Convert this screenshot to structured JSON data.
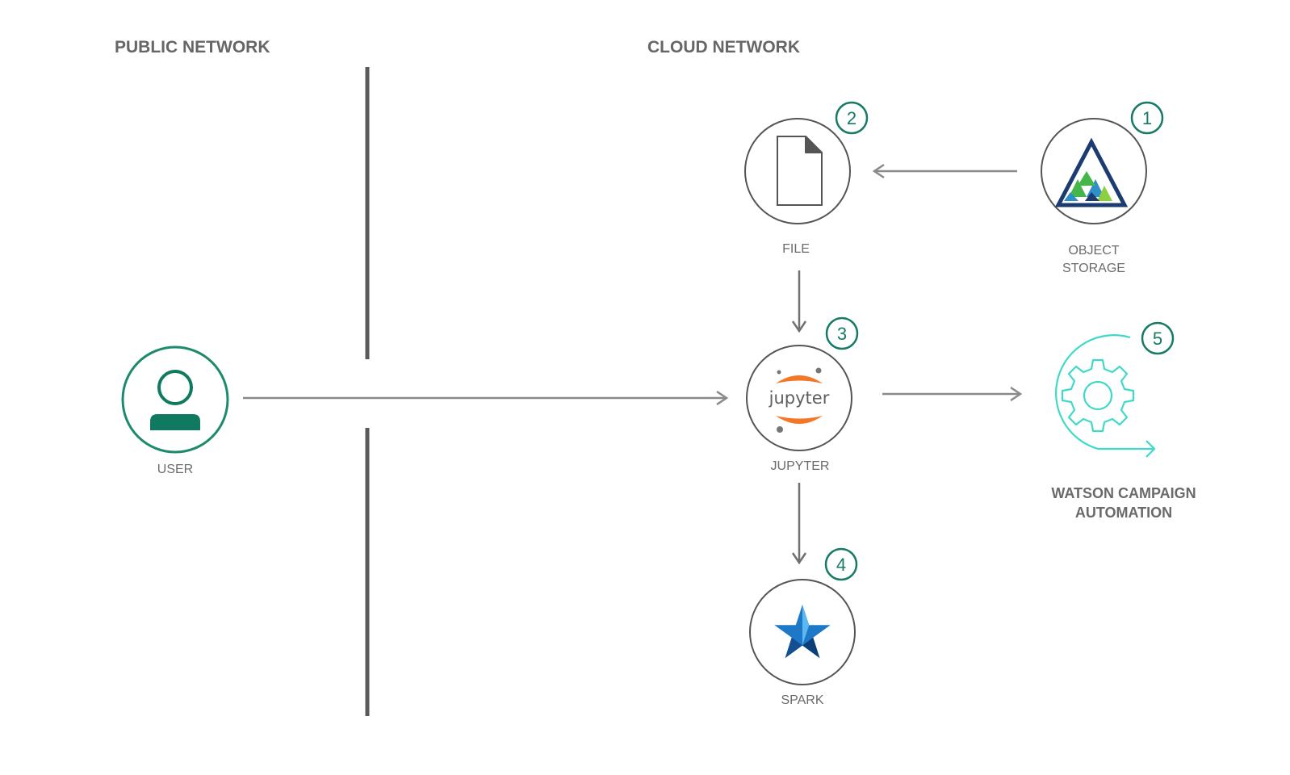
{
  "sections": {
    "public_title": "PUBLIC NETWORK",
    "cloud_title": "CLOUD NETWORK"
  },
  "nodes": {
    "user": {
      "label": "USER",
      "icon": "user-icon"
    },
    "file": {
      "label": "FILE",
      "badge": "2",
      "icon": "file-icon"
    },
    "object_storage": {
      "label_line1": "OBJECT",
      "label_line2": "STORAGE",
      "badge": "1",
      "icon": "object-storage-icon"
    },
    "jupyter": {
      "label": "JUPYTER",
      "badge": "3",
      "logo_text": "jupyter",
      "icon": "jupyter-logo-icon"
    },
    "spark": {
      "label": "SPARK",
      "badge": "4",
      "icon": "spark-star-icon"
    },
    "wca": {
      "label_line1": "WATSON CAMPAIGN",
      "label_line2": "AUTOMATION",
      "badge": "5",
      "icon": "gear-cycle-icon"
    }
  },
  "colors": {
    "badge_green": "#167a66",
    "user_green": "#0f7a5f",
    "wca_teal": "#3fd9c8",
    "jupyter_orange": "#f37726",
    "spark_blue": "#1e78c8",
    "storage_navy": "#1c3b70",
    "storage_green": "#45b649",
    "arrow_gray": "#8a8a8a",
    "divider_gray": "#5a5a5a"
  }
}
